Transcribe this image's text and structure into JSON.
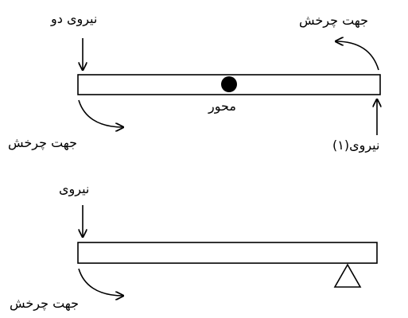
{
  "top_diagram": {
    "force_two_label": "نیروی دو",
    "rotation_top_right_label": "جهت چرخش",
    "pivot_label": "محور",
    "rotation_bottom_left_label": "جهت چرخش",
    "force_one_label": "نیروی(۱)"
  },
  "bottom_diagram": {
    "force_label": "نیروی",
    "rotation_label": "جهت چرخش"
  }
}
